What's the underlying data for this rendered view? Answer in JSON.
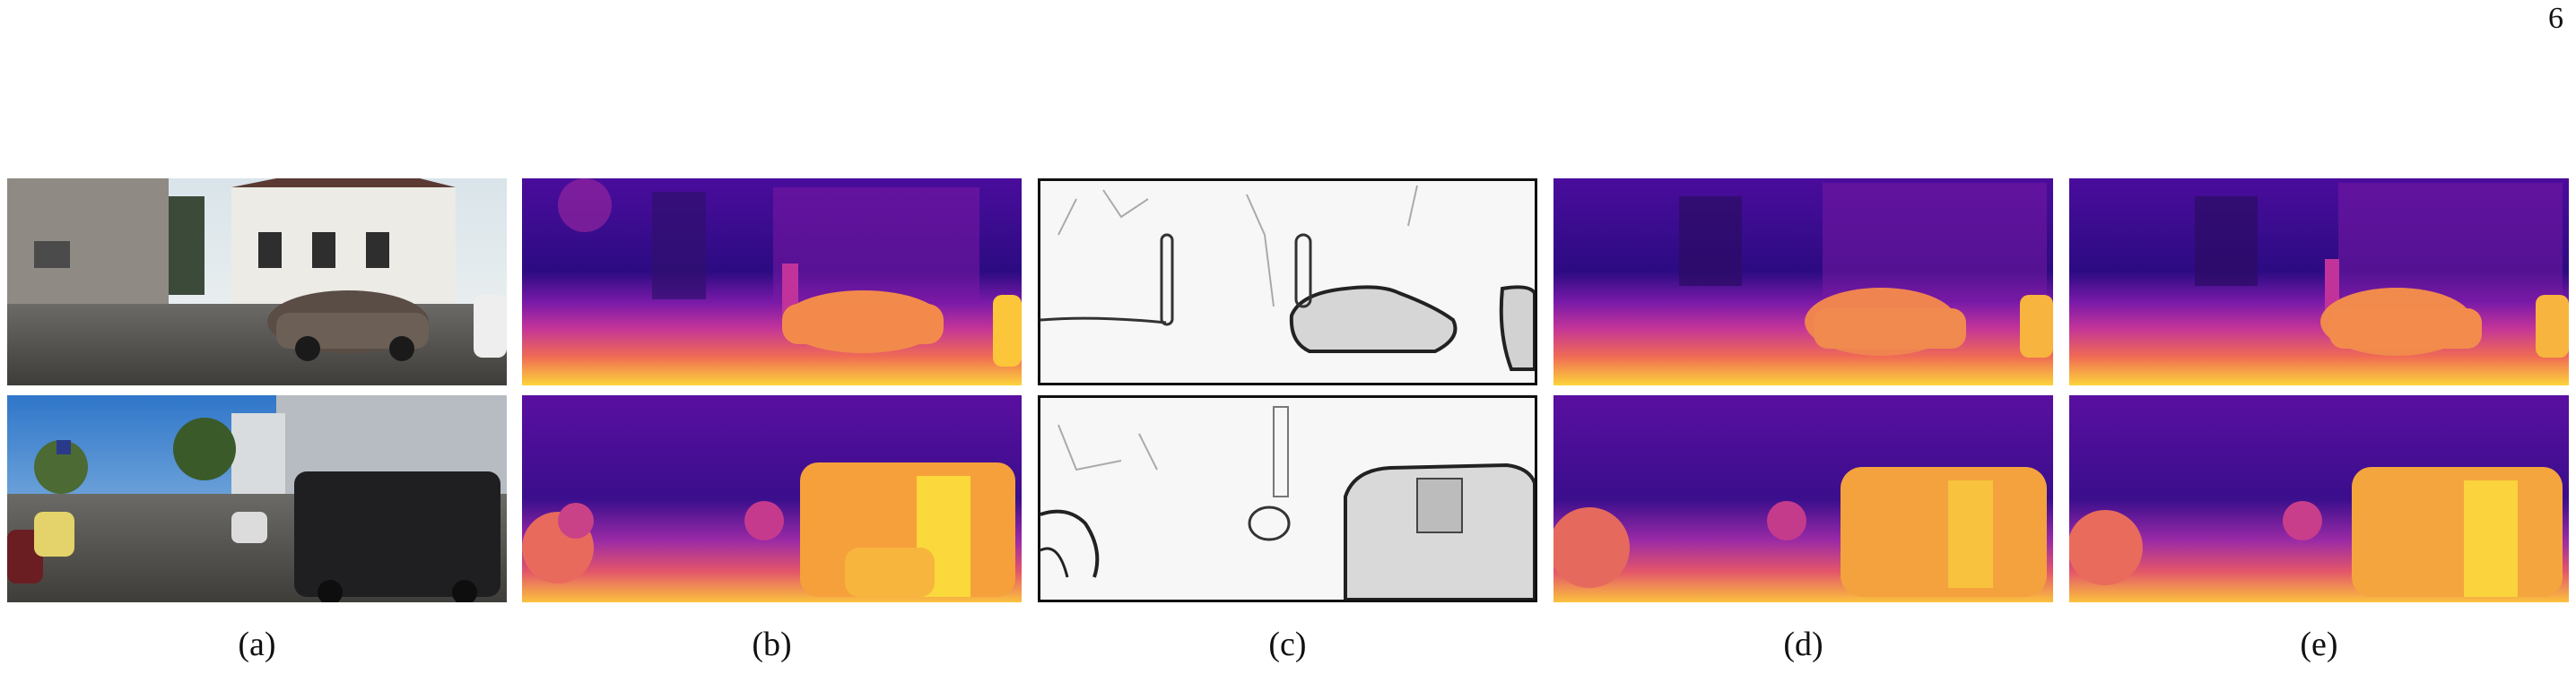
{
  "page": {
    "number": "6"
  },
  "figure": {
    "captions": [
      "(a)",
      "(b)",
      "(c)",
      "(d)",
      "(e)"
    ],
    "columns": [
      {
        "content": "input RGB image"
      },
      {
        "content": "depth map (magma colormap)"
      },
      {
        "content": "grayscale edge map"
      },
      {
        "content": "depth map (magma colormap)"
      },
      {
        "content": "depth map (magma colormap)"
      }
    ],
    "colors": {
      "magma_far": "#2a0a7a",
      "magma_mid": "#b11f9a",
      "magma_near": "#f5a73c",
      "magma_nearest": "#fde43a",
      "edge_line": "#222222",
      "edge_bg": "#f7f7f7"
    }
  }
}
